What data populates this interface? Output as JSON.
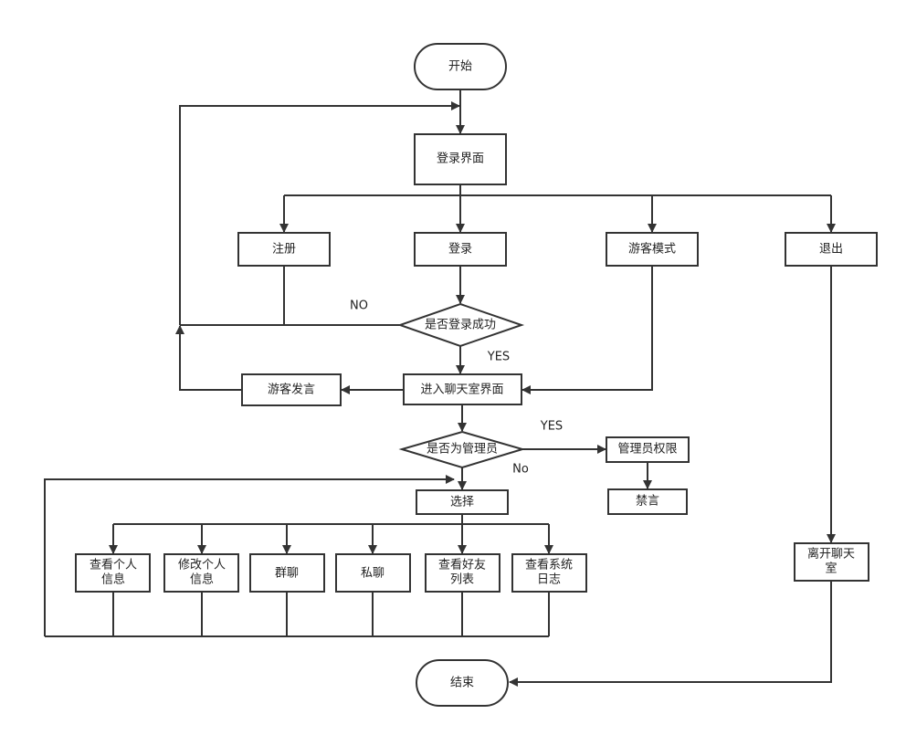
{
  "nodes": {
    "start": "开始",
    "login_ui": "登录界面",
    "register": "注册",
    "login": "登录",
    "guest_mode": "游客模式",
    "exit": "退出",
    "login_success": "是否登录成功",
    "enter_chatroom": "进入聊天室界面",
    "guest_speak": "游客发言",
    "is_admin": "是否为管理员",
    "admin_rights": "管理员权限",
    "mute": "禁言",
    "choose": "选择",
    "view_info": [
      "查看个人",
      "信息"
    ],
    "edit_info": [
      "修改个人",
      "信息"
    ],
    "group_chat": "群聊",
    "private_chat": "私聊",
    "friend_list": [
      "查看好友",
      "列表"
    ],
    "system_log": [
      "查看系统",
      "日志"
    ],
    "leave_chatroom": [
      "离开聊天",
      "室"
    ],
    "end": "结束"
  },
  "edges": {
    "no_login": "NO",
    "yes_login": "YES",
    "yes_admin": "YES",
    "no_admin": "No"
  },
  "colors": {
    "stroke": "#333333",
    "fill": "#ffffff"
  }
}
